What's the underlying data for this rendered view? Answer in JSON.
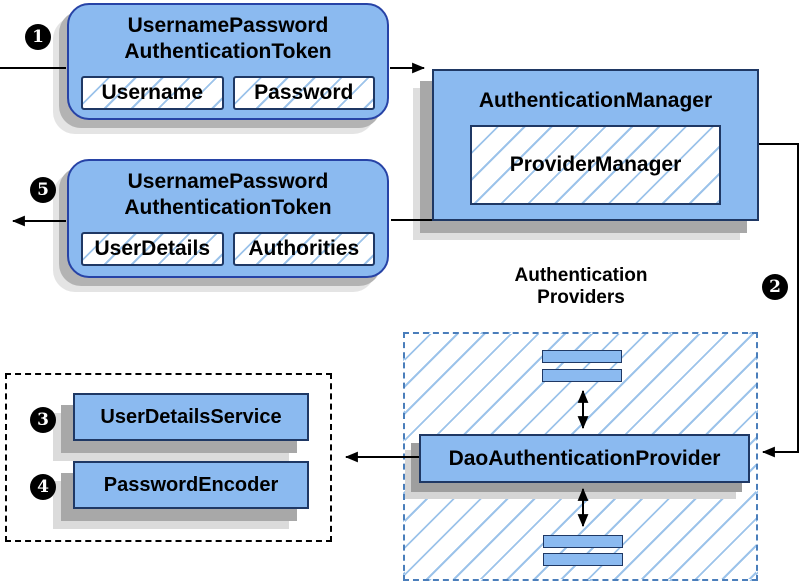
{
  "diagram": {
    "badges": {
      "step1": "1",
      "step2": "2",
      "step3": "3",
      "step4": "4",
      "step5": "5"
    },
    "request_token": {
      "title_line1": "UsernamePassword",
      "title_line2": "AuthenticationToken",
      "field1": "Username",
      "field2": "Password"
    },
    "response_token": {
      "title_line1": "UsernamePassword",
      "title_line2": "AuthenticationToken",
      "field1": "UserDetails",
      "field2": "Authorities"
    },
    "authentication_manager": {
      "title": "AuthenticationManager",
      "inner_label": "ProviderManager"
    },
    "providers_group": {
      "heading_line1": "Authentication",
      "heading_line2": "Providers"
    },
    "dao_authentication_provider": {
      "label": "DaoAuthenticationProvider"
    },
    "user_details_service": {
      "label": "UserDetailsService"
    },
    "password_encoder": {
      "label": "PasswordEncoder"
    },
    "colors": {
      "node_fill": "#8BBAF0",
      "rounded_node_border": "#2743A6",
      "node_border": "#1F3864",
      "hatch_line": "#9CC3EA",
      "provider_region_border": "#4A7EBB",
      "beans_box_border": "#000000",
      "connector": "#000000",
      "shadow_dark": "#A8A8A8",
      "shadow_light": "#DEDEDE",
      "badge_bg": "#000000",
      "badge_text": "#FFFFFF"
    }
  }
}
